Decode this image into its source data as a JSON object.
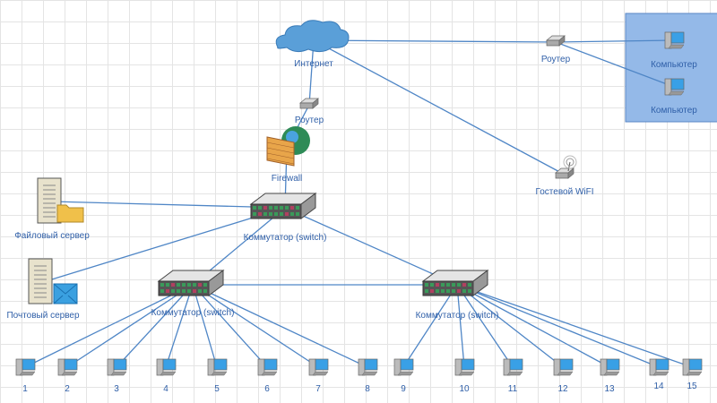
{
  "colors": {
    "link": "#4f86c6",
    "label": "#2f5fa8",
    "group_fill": "#94b9e8",
    "group_border": "#5a86c4"
  },
  "nodes": [
    {
      "id": "internet",
      "type": "cloud-icon",
      "label": "Интернет"
    },
    {
      "id": "router1",
      "type": "router-icon",
      "label": "Роутер"
    },
    {
      "id": "firewall",
      "type": "firewall-icon",
      "label": "Firewall"
    },
    {
      "id": "switch_main",
      "type": "switch-icon",
      "label": "Коммутатор (switch)"
    },
    {
      "id": "file_server",
      "type": "file-server-icon",
      "label": "Файловый сервер"
    },
    {
      "id": "mail_server",
      "type": "mail-server-icon",
      "label": "Почтовый сервер"
    },
    {
      "id": "switch_left",
      "type": "switch-icon",
      "label": "Коммутатор (switch)"
    },
    {
      "id": "switch_right",
      "type": "switch-icon",
      "label": "Коммутатор (switch)"
    },
    {
      "id": "router2",
      "type": "router-icon",
      "label": "Роутер"
    },
    {
      "id": "wifi",
      "type": "wifi-router-icon",
      "label": "Гостевой WiFI"
    },
    {
      "id": "pc_a",
      "type": "computer-icon",
      "label": "Компьютер"
    },
    {
      "id": "pc_b",
      "type": "computer-icon",
      "label": "Компьютер"
    },
    {
      "id": "pc1",
      "type": "computer-icon",
      "label": "1"
    },
    {
      "id": "pc2",
      "type": "computer-icon",
      "label": "2"
    },
    {
      "id": "pc3",
      "type": "computer-icon",
      "label": "3"
    },
    {
      "id": "pc4",
      "type": "computer-icon",
      "label": "4"
    },
    {
      "id": "pc5",
      "type": "computer-icon",
      "label": "5"
    },
    {
      "id": "pc6",
      "type": "computer-icon",
      "label": "6"
    },
    {
      "id": "pc7",
      "type": "computer-icon",
      "label": "7"
    },
    {
      "id": "pc8",
      "type": "computer-icon",
      "label": "8"
    },
    {
      "id": "pc9",
      "type": "computer-icon",
      "label": "9"
    },
    {
      "id": "pc10",
      "type": "computer-icon",
      "label": "10"
    },
    {
      "id": "pc11",
      "type": "computer-icon",
      "label": "11"
    },
    {
      "id": "pc12",
      "type": "computer-icon",
      "label": "12"
    },
    {
      "id": "pc13",
      "type": "computer-icon",
      "label": "13"
    },
    {
      "id": "pc14",
      "type": "computer-icon",
      "label": "14"
    },
    {
      "id": "pc15",
      "type": "computer-icon",
      "label": "15"
    }
  ],
  "edges": [
    [
      "internet",
      "router1"
    ],
    [
      "internet",
      "router2"
    ],
    [
      "internet",
      "wifi"
    ],
    [
      "router2",
      "pc_a"
    ],
    [
      "router2",
      "pc_b"
    ],
    [
      "router1",
      "firewall"
    ],
    [
      "firewall",
      "switch_main"
    ],
    [
      "switch_main",
      "file_server"
    ],
    [
      "switch_main",
      "mail_server"
    ],
    [
      "switch_main",
      "switch_left"
    ],
    [
      "switch_main",
      "switch_right"
    ],
    [
      "switch_left",
      "switch_right"
    ],
    [
      "switch_left",
      "pc1"
    ],
    [
      "switch_left",
      "pc2"
    ],
    [
      "switch_left",
      "pc3"
    ],
    [
      "switch_left",
      "pc4"
    ],
    [
      "switch_left",
      "pc5"
    ],
    [
      "switch_left",
      "pc6"
    ],
    [
      "switch_left",
      "pc7"
    ],
    [
      "switch_left",
      "pc8"
    ],
    [
      "switch_right",
      "pc9"
    ],
    [
      "switch_right",
      "pc10"
    ],
    [
      "switch_right",
      "pc11"
    ],
    [
      "switch_right",
      "pc12"
    ],
    [
      "switch_right",
      "pc13"
    ],
    [
      "switch_right",
      "pc14"
    ],
    [
      "switch_right",
      "pc15"
    ]
  ],
  "groups": [
    {
      "id": "remote_office",
      "members": [
        "pc_a",
        "pc_b"
      ]
    }
  ]
}
